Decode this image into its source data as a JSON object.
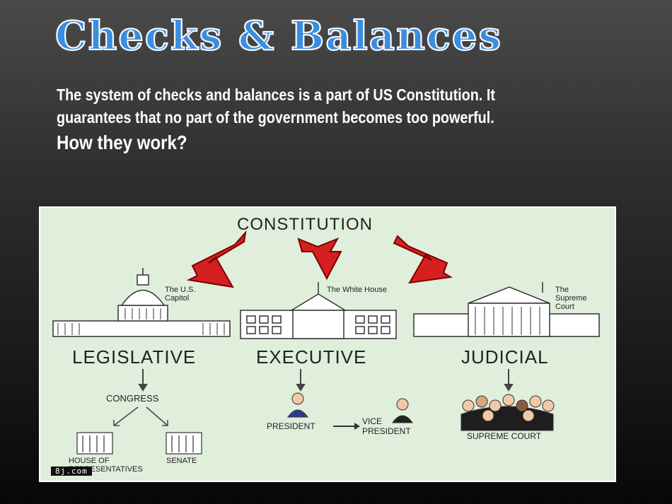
{
  "slide": {
    "title": "Checks & Balances",
    "intro_text": "The system of checks and balances is a part of US Constitution. It guarantees that no part of the government becomes too powerful.",
    "question": "How they work?"
  },
  "diagram": {
    "top_label": "CONSTITUTION",
    "branches": [
      {
        "name": "LEGISLATIVE",
        "building_caption": "The U.S. Capitol"
      },
      {
        "name": "EXECUTIVE",
        "building_caption": "The White House"
      },
      {
        "name": "JUDICIAL",
        "building_caption": "The Supreme Court"
      }
    ],
    "legislative": {
      "body": "CONGRESS",
      "house_label": "HOUSE OF REPRESENTATIVES",
      "house_visible": "ATIVES",
      "senate_label": "SENATE"
    },
    "executive": {
      "president": "PRESIDENT",
      "vice_president": "VICE PRESIDENT"
    },
    "judicial": {
      "court": "SUPREME COURT"
    },
    "watermark": "8j.com",
    "colors": {
      "panel_bg": "#e0eedc",
      "arrow": "#d42020",
      "title": "#3b8de0"
    }
  }
}
